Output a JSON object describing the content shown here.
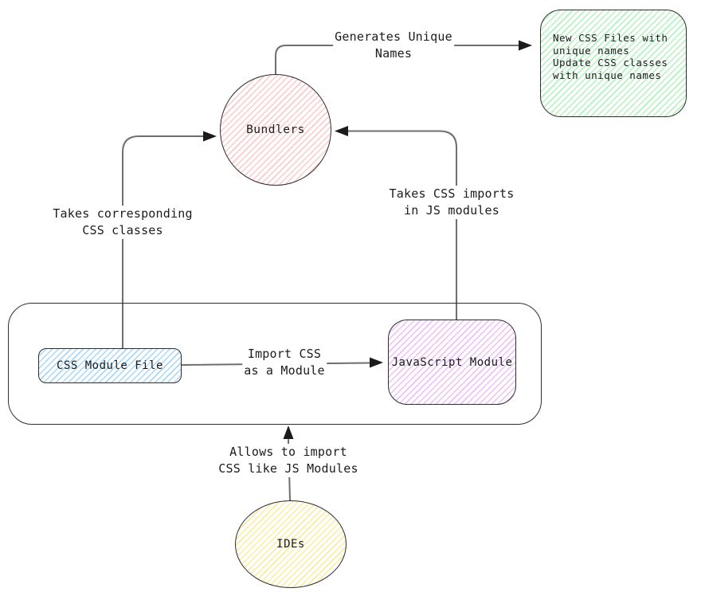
{
  "diagram": {
    "nodes": {
      "bundlers": {
        "label": "Bundlers",
        "fill": "#ffc9c9",
        "shape": "circle"
      },
      "output": {
        "lines": [
          "New CSS Files with",
          "unique names",
          "Update CSS classes",
          "with unique names"
        ],
        "fill": "#b2f2bb",
        "shape": "rounded-rectangle"
      },
      "container": {
        "shape": "rounded-rectangle"
      },
      "css_module_file": {
        "label": "CSS Module File",
        "fill": "#a5d8ff",
        "shape": "rounded-rectangle"
      },
      "javascript_module": {
        "label": "JavaScript Module",
        "fill": "#eebefa",
        "shape": "rounded-rectangle"
      },
      "ides": {
        "label": "IDEs",
        "fill": "#ffec99",
        "shape": "ellipse"
      }
    },
    "edge_labels": {
      "generates": {
        "line1": "Generates Unique",
        "line2": "Names"
      },
      "takes_classes": {
        "line1": "Takes corresponding",
        "line2": "CSS classes"
      },
      "takes_imports": {
        "line1": "Takes CSS imports",
        "line2": "in JS modules"
      },
      "import_css": {
        "line1": "Import CSS",
        "line2": "as a Module"
      },
      "allows_import": {
        "line1": "Allows to import",
        "line2": "CSS like JS Modules"
      }
    },
    "colors": {
      "canvas": "#ffffff",
      "stroke": "#2e2e2e",
      "connector": "#6e6e6e",
      "arrowhead": "#1b1b1b",
      "text": "#1c1c1c"
    }
  }
}
